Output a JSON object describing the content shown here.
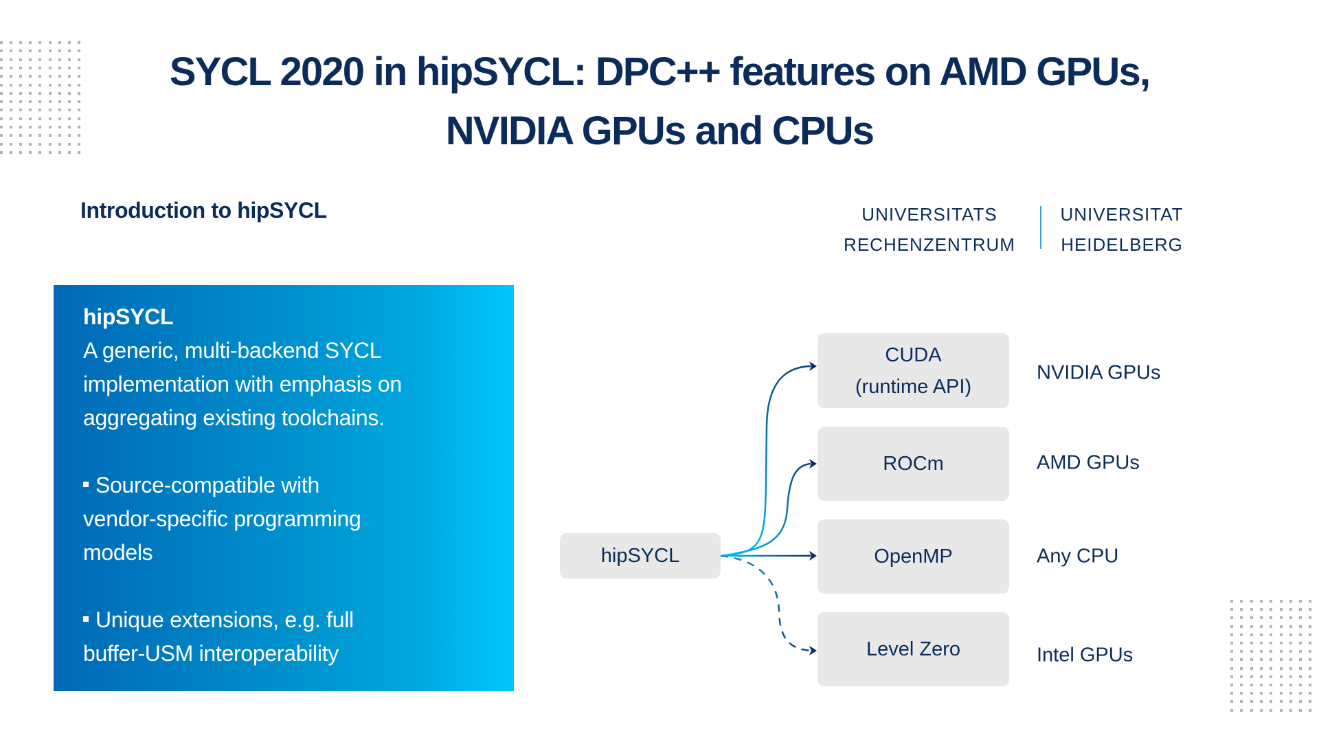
{
  "title": {
    "line1": "SYCL 2020 in hipSYCL: DPC++ features on AMD GPUs,",
    "line2": "NVIDIA GPUs and CPUs"
  },
  "subtitle": "Introduction to hipSYCL",
  "logo": {
    "left_line1": "UNIVERSITATS",
    "left_line2": "RECHENZENTRUM",
    "right_line1": "UNIVERSITAT",
    "right_line2": "HEIDELBERG"
  },
  "info_box": {
    "heading": "hipSYCL",
    "description_lines": [
      "A generic, multi-backend SYCL",
      "implementation with emphasis on",
      "aggregating existing toolchains."
    ],
    "bullets": [
      {
        "lines": [
          "Source-compatible with",
          "vendor-specific programming",
          "models"
        ]
      },
      {
        "lines": [
          "Unique extensions, e.g. full",
          "buffer-USM interoperability"
        ]
      }
    ],
    "gradient_start": "#0068b5",
    "gradient_end": "#00c7fd"
  },
  "diagram": {
    "source": "hipSYCL",
    "backends": [
      {
        "name_line1": "CUDA",
        "name_line2": "(runtime API)",
        "target": "NVIDIA GPUs",
        "style": "solid"
      },
      {
        "name_line1": "ROCm",
        "name_line2": "",
        "target": "AMD GPUs",
        "style": "solid"
      },
      {
        "name_line1": "OpenMP",
        "name_line2": "",
        "target": "Any CPU",
        "style": "solid"
      },
      {
        "name_line1": "Level Zero",
        "name_line2": "",
        "target": "Intel GPUs",
        "style": "dashed"
      }
    ],
    "colors": {
      "arrow_start": "#00c7fd",
      "arrow_end": "#0b2b5b",
      "node_fill": "#e8e8e9",
      "text": "#0b2b5b"
    }
  }
}
